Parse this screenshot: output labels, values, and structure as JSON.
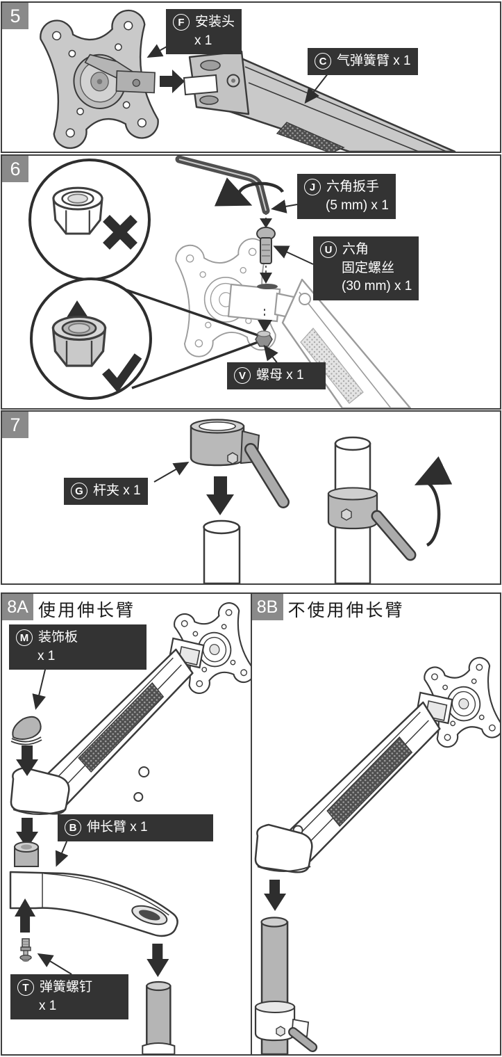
{
  "colors": {
    "callout_bg": "#333333",
    "step_box_bg": "#8a8a8a",
    "line_art": "#3a3a3a",
    "panel_border": "#3f3f3f"
  },
  "step5": {
    "number": "5",
    "mount_head": {
      "letter": "F",
      "name": "安装头",
      "qty": "x 1"
    },
    "gas_arm": {
      "letter": "C",
      "label": "气弹簧臂  x 1"
    }
  },
  "step6": {
    "number": "6",
    "hex_wrench": {
      "letter": "J",
      "name": "六角扳手",
      "size": "(5 mm) x 1"
    },
    "hex_screw": {
      "letter": "U",
      "name": "六角",
      "name2": "固定螺丝",
      "size": "(30 mm) x 1"
    },
    "nut": {
      "letter": "V",
      "label": "螺母 x 1"
    }
  },
  "step7": {
    "number": "7",
    "pole_clamp": {
      "letter": "G",
      "label": "杆夹 x 1"
    }
  },
  "step8a": {
    "number": "8A",
    "title": "使用伸长臂",
    "cover": {
      "letter": "M",
      "name": "装饰板",
      "qty": "x 1"
    },
    "ext_arm": {
      "letter": "B",
      "label": "伸长臂 x 1"
    },
    "spring_screw": {
      "letter": "T",
      "name": "弹簧螺钉",
      "qty": "x 1"
    }
  },
  "step8b": {
    "number": "8B",
    "title": "不使用伸长臂"
  }
}
